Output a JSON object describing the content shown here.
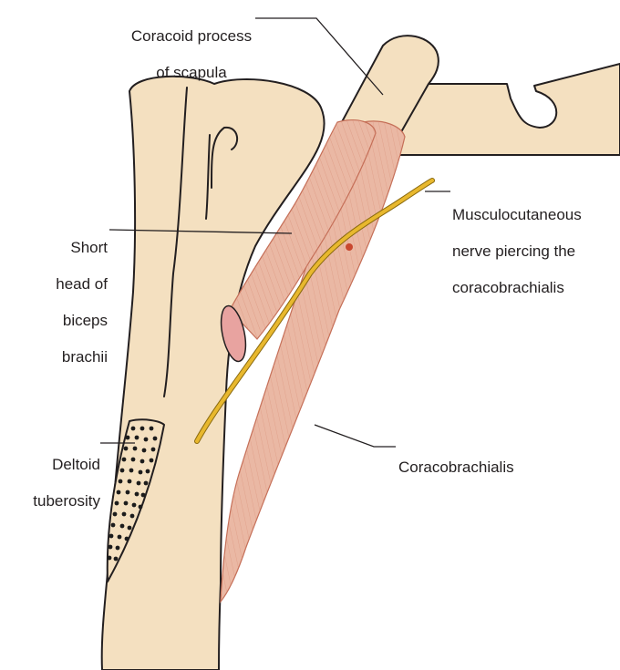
{
  "colors": {
    "bone_fill": "#f4e0c0",
    "bone_outline": "#231f20",
    "muscle_fill": "#eab8a4",
    "muscle_stroke": "#c56f58",
    "nerve": "#e8b82e",
    "nerve_outline": "#8a6a10",
    "cut_surface": "#e8a3a0",
    "dots": "#1c1c1c",
    "leader": "#231f20"
  },
  "labels": {
    "coracoid": {
      "line1": "Coracoid process",
      "line2": "of scapula"
    },
    "short_head": {
      "line1": "Short",
      "line2": "head of",
      "line3": "biceps",
      "line4": "brachii"
    },
    "nerve": {
      "line1": "Musculocutaneous",
      "line2": "nerve piercing the",
      "line3": "coracobrachialis"
    },
    "deltoid": {
      "line1": "Deltoid",
      "line2": "tuberosity"
    },
    "coracobrachialis": {
      "line1": "Coracobrachialis"
    }
  }
}
